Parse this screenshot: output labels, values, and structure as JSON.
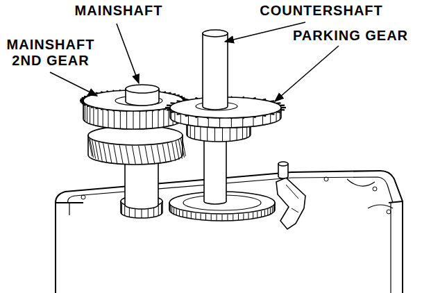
{
  "diagram": {
    "labels": [
      "MAINSHAFT",
      "COUNTERSHAFT",
      "MAINSHAFT 2ND GEAR",
      "PARKING GEAR"
    ]
  }
}
